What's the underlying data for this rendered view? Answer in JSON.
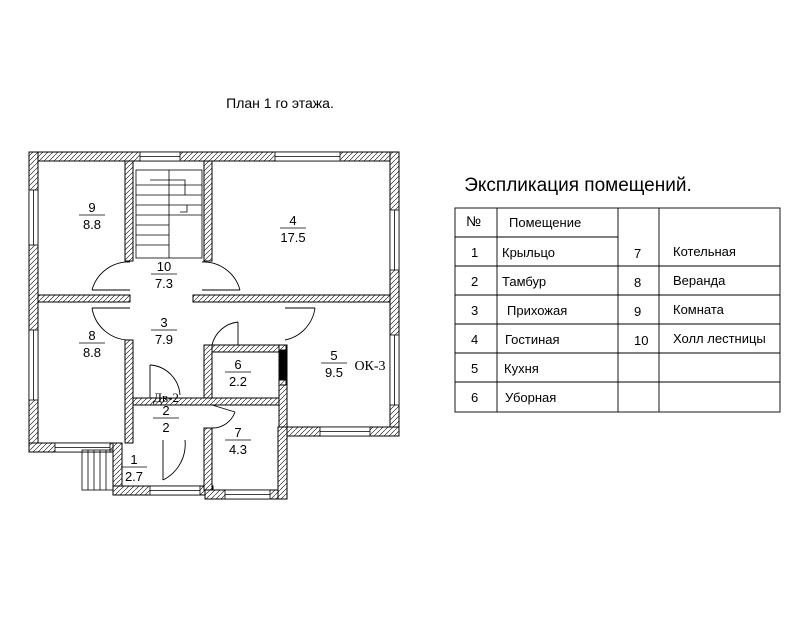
{
  "plan_title": "План 1 го этажа.",
  "rooms": [
    {
      "num": "9",
      "area": "8.8"
    },
    {
      "num": "4",
      "area": "17.5"
    },
    {
      "num": "10",
      "area": "7.3"
    },
    {
      "num": "8",
      "area": "8.8"
    },
    {
      "num": "3",
      "area": "7.9"
    },
    {
      "num": "5",
      "area": "9.5"
    },
    {
      "num": "6",
      "area": "2.2"
    },
    {
      "num": "2",
      "area": "2"
    },
    {
      "num": "7",
      "area": "4.3"
    },
    {
      "num": "1",
      "area": "2.7"
    }
  ],
  "annotations": {
    "door": "Дв-2",
    "window": "ОК-3"
  },
  "explication": {
    "title": "Экспликация помещений.",
    "header_num": "№",
    "header_room": "Помещение",
    "left": [
      {
        "num": "1",
        "name": "Крыльцо"
      },
      {
        "num": "2",
        "name": "Тамбур"
      },
      {
        "num": "3",
        "name": "Прихожая"
      },
      {
        "num": "4",
        "name": "Гостиная"
      },
      {
        "num": "5",
        "name": "Кухня"
      },
      {
        "num": "6",
        "name": "Уборная"
      }
    ],
    "right": [
      {
        "num": "7",
        "name": "Котельная"
      },
      {
        "num": "8",
        "name": "Веранда"
      },
      {
        "num": "9",
        "name": "Комната"
      },
      {
        "num": "10",
        "name": "Холл лестницы"
      }
    ]
  }
}
